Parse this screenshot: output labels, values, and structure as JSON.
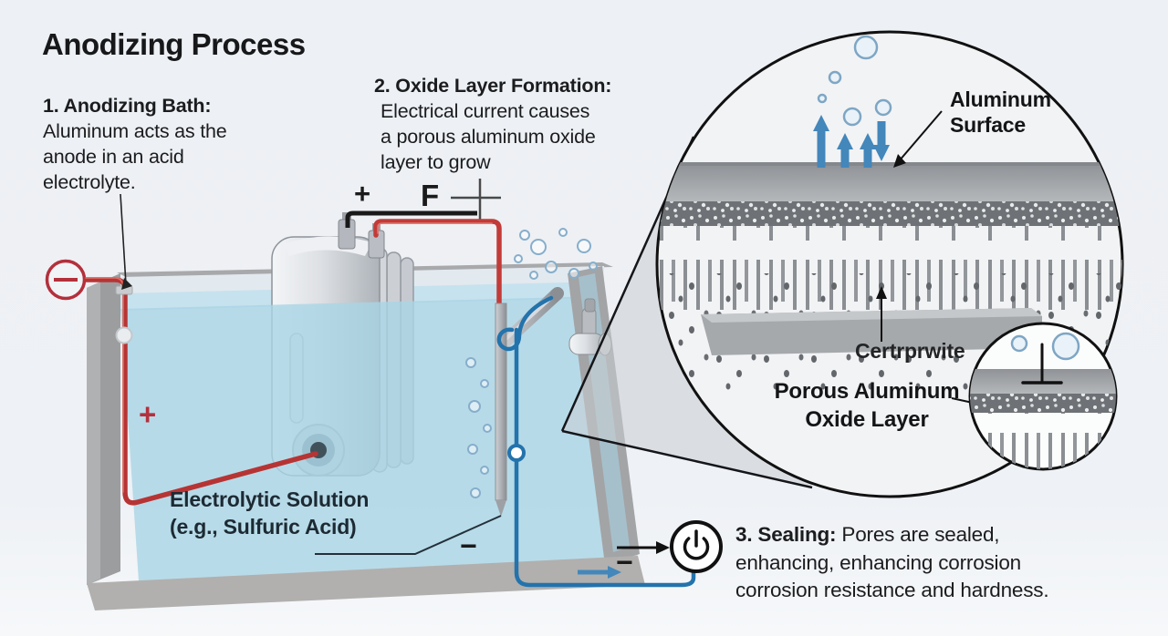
{
  "title": "Anodizing Process",
  "steps": {
    "step1": {
      "heading": "1. Anodizing Bath:",
      "lines": [
        "Aluminum acts as the",
        "anode in an acid",
        "electrolyte."
      ]
    },
    "step2": {
      "heading": "2. Oxide Layer Formation:",
      "lines": [
        "Electrical current causes",
        "a porous aluminum oxide",
        "layer to grow"
      ]
    },
    "step3": {
      "heading": "3. Sealing:",
      "lines": [
        "Pores are sealed,",
        "enhancing, enhancing corrosion",
        "corrosion resistance and hardness."
      ]
    }
  },
  "tank": {
    "solution_lines": [
      "Electrolytic Solution",
      "(e.g., Sulfuric Acid)"
    ]
  },
  "inset": {
    "surface_label_lines": [
      "Aluminum",
      "Surface"
    ],
    "center_label": "Certrprwite",
    "porous_label_lines": [
      "Porous Aluminum",
      "Oxide Layer"
    ]
  },
  "symbols": {
    "circuit_plus": "+",
    "force_mark": "F",
    "anode_plus": "+",
    "cathode_minus": "−",
    "circuit_minus": "−"
  },
  "icons": {
    "negative_terminal": "circled-minus",
    "power": "power-symbol"
  },
  "colors": {
    "background": "#edf0f4",
    "text": "#1b1c1e",
    "liquid": "#a9d4e5",
    "liquid_surface": "#c6e2ee",
    "tank_gray": "#9c9d9f",
    "red_wire": "#c23b38",
    "red_accent": "#b3303c",
    "black_wire": "#191919",
    "blue_wire": "#2373ac",
    "blue_arrow": "#4387bb",
    "bubble_stroke": "#86aecb",
    "inset_background": "#f2f3f5"
  }
}
